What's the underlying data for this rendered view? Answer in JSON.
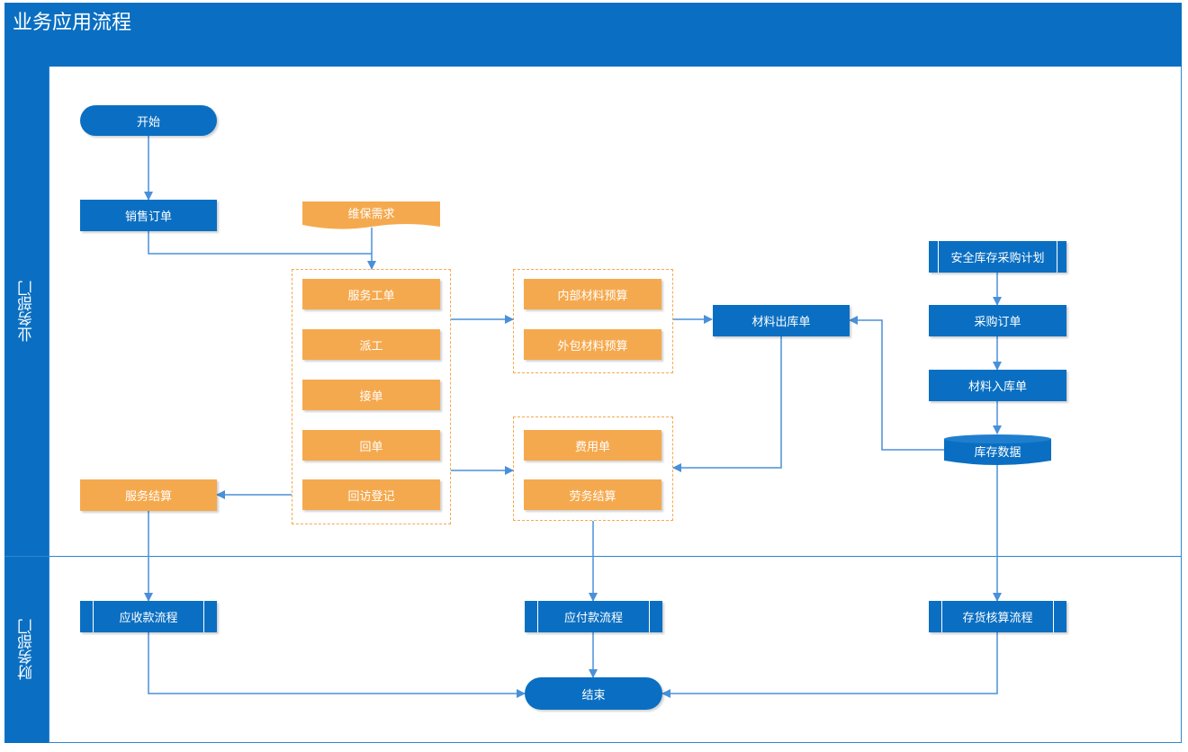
{
  "title": "业务应用流程",
  "lanes": {
    "business": "业务部门",
    "finance": "财务部门"
  },
  "nodes": {
    "start": "开始",
    "sales_order": "销售订单",
    "maintenance_need": "维保需求",
    "service_ticket": "服务工单",
    "dispatch": "派工",
    "accept_order": "接单",
    "return_order": "回单",
    "revisit_register": "回访登记",
    "service_settlement": "服务结算",
    "internal_material_budget": "内部材料预算",
    "outsourced_material_budget": "外包材料预算",
    "expense_form": "费用单",
    "labor_settlement": "劳务结算",
    "material_outbound": "材料出库单",
    "safety_stock_plan": "安全库存采购计划",
    "purchase_order": "采购订单",
    "material_inbound": "材料入库单",
    "inventory_db": "库存数据",
    "receivables_flow": "应收款流程",
    "payables_flow": "应付款流程",
    "inventory_accounting_flow": "存货核算流程",
    "end": "结束"
  },
  "colors": {
    "primary": "#0A6FC2",
    "accent": "#F5A94E",
    "connector": "#4A90D9"
  }
}
